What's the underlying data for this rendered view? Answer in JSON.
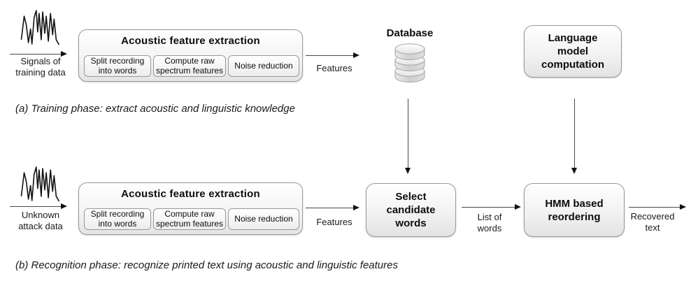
{
  "style": {
    "box_border": "#9a9a9a",
    "box_fill_top": "#ffffff",
    "box_fill_bottom": "#e4e4e4",
    "arrow_color": "#111111",
    "text_color": "#0d0d0d"
  },
  "icons": {
    "waveform_a": "signal-waveform",
    "waveform_b": "signal-waveform",
    "database": "database-cylinders"
  },
  "phase_a": {
    "input_lines": [
      "Signals of",
      "training data"
    ],
    "extraction": {
      "title": "Acoustic feature extraction",
      "steps": [
        "Split recording into words",
        "Compute raw spectrum features",
        "Noise reduction"
      ]
    },
    "features_label": "Features",
    "database_label": "Database",
    "language_model_lines": [
      "Language",
      "model",
      "computation"
    ],
    "caption": "(a) Training phase: extract acoustic and linguistic knowledge"
  },
  "phase_b": {
    "input_lines": [
      "Unknown",
      "attack data"
    ],
    "extraction": {
      "title": "Acoustic feature extraction",
      "steps": [
        "Split recording into words",
        "Compute raw spectrum features",
        "Noise reduction"
      ]
    },
    "features_label": "Features",
    "select_lines": [
      "Select",
      "candidate",
      "words"
    ],
    "list_of_words_lines": [
      "List of",
      "words"
    ],
    "hmm_lines": [
      "HMM based",
      "reordering"
    ],
    "recovered_lines": [
      "Recovered",
      "text"
    ],
    "caption": "(b) Recognition phase: recognize printed text using acoustic and linguistic features"
  }
}
